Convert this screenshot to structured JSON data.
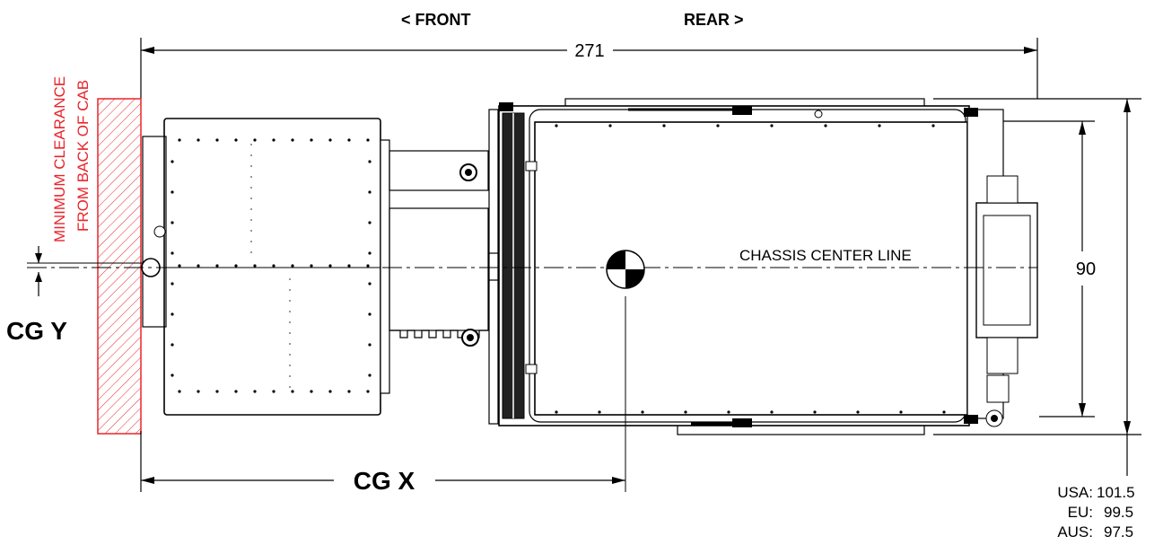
{
  "labels": {
    "front": "< FRONT",
    "rear": "REAR >",
    "overall_length": "271",
    "clearance_line1": "MINIMUM CLEARANCE",
    "clearance_line2": "FROM BACK OF CAB",
    "center_line": "CHASSIS CENTER LINE",
    "cg_y": "CG Y",
    "cg_x": "CG X",
    "body_width": "90"
  },
  "overall_width": [
    {
      "region": "USA:",
      "value": "101.5"
    },
    {
      "region": "EU:",
      "value": "99.5"
    },
    {
      "region": "AUS:",
      "value": "97.5"
    }
  ],
  "colors": {
    "clearance": "#e8252b",
    "line": "#000000"
  }
}
